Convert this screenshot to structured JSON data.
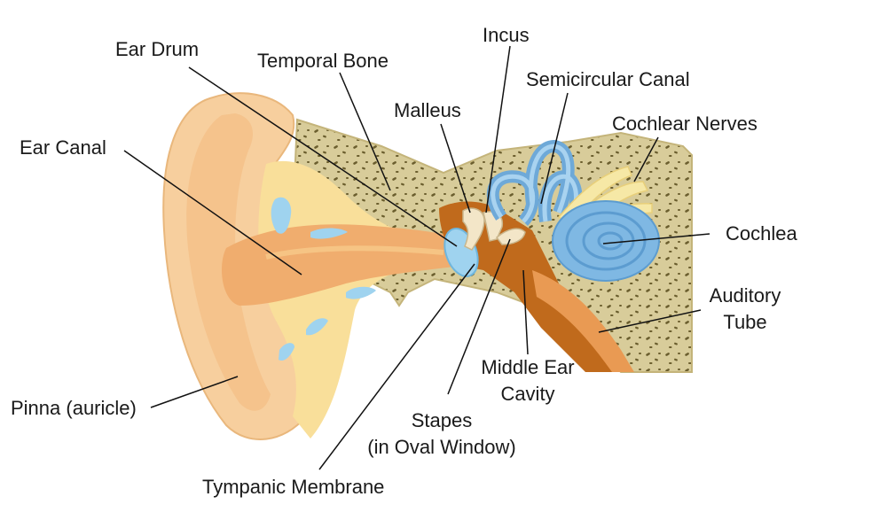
{
  "diagram": {
    "labels": {
      "ear_drum": "Ear Drum",
      "temporal_bone": "Temporal Bone",
      "incus": "Incus",
      "malleus": "Malleus",
      "semicircular_canal": "Semicircular Canal",
      "cochlear_nerves": "Cochlear Nerves",
      "ear_canal": "Ear Canal",
      "cochlea": "Cochlea",
      "auditory_tube_line1": "Auditory",
      "auditory_tube_line2": "Tube",
      "middle_ear_cavity_line1": "Middle Ear",
      "middle_ear_cavity_line2": "Cavity",
      "stapes_line1": "Stapes",
      "stapes_line2": "(in Oval Window)",
      "pinna": "Pinna (auricle)",
      "tympanic_membrane": "Tympanic Membrane"
    }
  }
}
